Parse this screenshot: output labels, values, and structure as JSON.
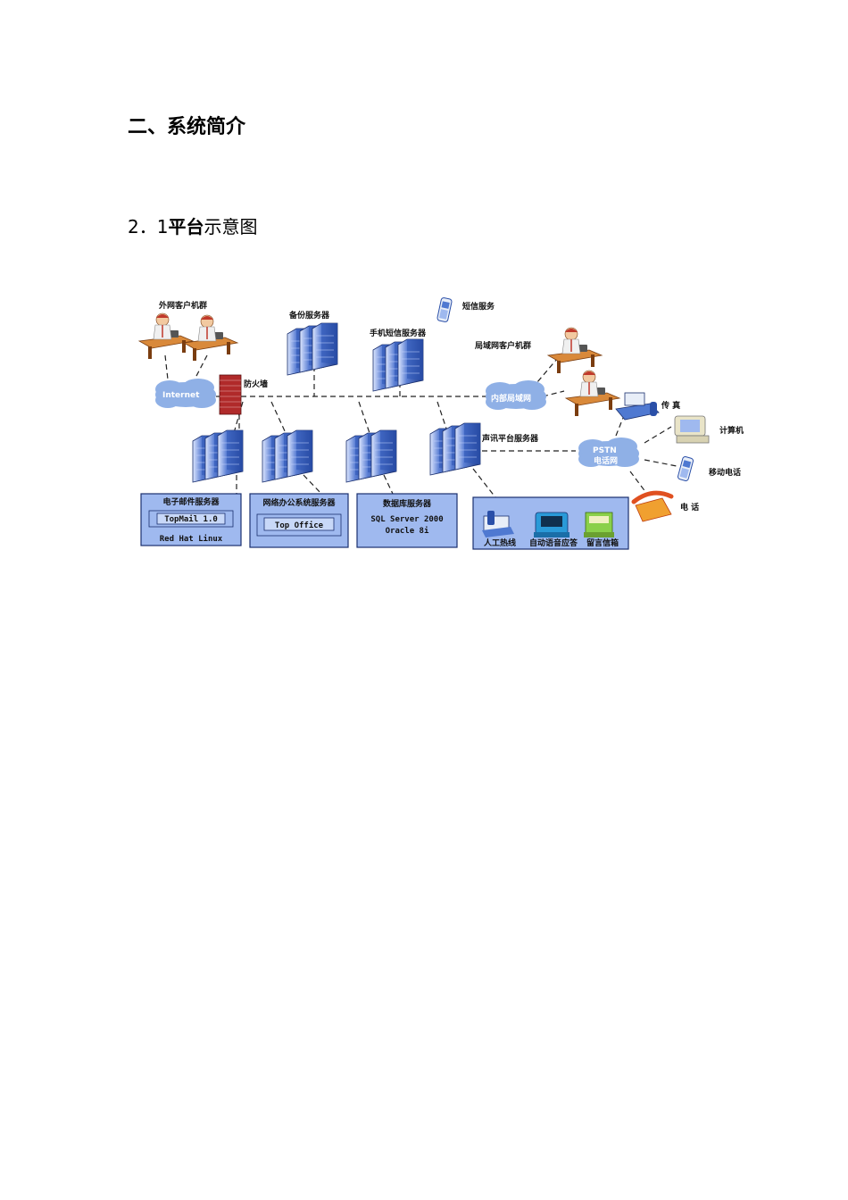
{
  "section_title": "二、系统简介",
  "subsection": {
    "number": "2．1",
    "title_bold": "平台",
    "title_regular": "示意图"
  },
  "diagram": {
    "labels": {
      "external_clients": "外网客户机群",
      "backup_server": "备份服务器",
      "sms_service": "短信服务",
      "mobile_sms_server": "手机短信服务器",
      "lan_clients": "局域网客户机群",
      "firewall": "防火墙",
      "internet": "Internet",
      "intranet": "内部局域网",
      "fax": "传 真",
      "computer": "计算机",
      "voice_platform_server": "声讯平台服务器",
      "pstn_line1": "PSTN",
      "pstn_line2": "电话网",
      "mobile_phone": "移动电话",
      "telephone": "电 话"
    },
    "boxes": {
      "email": {
        "title": "电子邮件服务器",
        "inner": "TopMail 1.0",
        "footer": "Red Hat Linux"
      },
      "office": {
        "title": "网络办公系统服务器",
        "inner": "Top Office"
      },
      "database": {
        "title": "数据库服务器",
        "line1": "SQL Server 2000",
        "line2": "Oracle 8i"
      },
      "voice": {
        "items": [
          "人工热线",
          "自动语音应答",
          "留言信箱"
        ]
      }
    },
    "colors": {
      "box_fill": "#9fb9ef",
      "cloud": "#8fb0e6",
      "server": "#2a4fa8",
      "firewall": "#b02a2a",
      "desk": "#c9772a"
    }
  }
}
